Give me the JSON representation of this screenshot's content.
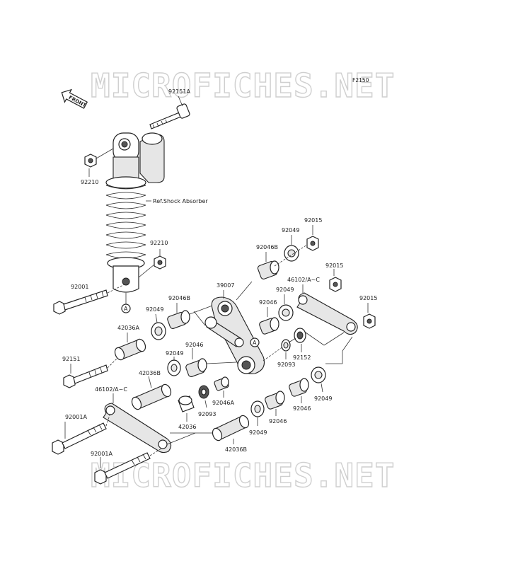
{
  "figure_code": "F2150",
  "watermark": "MICROFICHES.NET",
  "front_label": "FRONT",
  "reference_note": "Ref.Shock Absorber",
  "circle_marker": "A",
  "parts": {
    "bolt_top": "92151A",
    "nut_top": "92210",
    "nut_lower": "92210",
    "bolt_lower_shock": "92001",
    "collar_left_sleeve": "42036A",
    "seal_left": "92049",
    "bearing_left": "92046B",
    "bolt_left": "92151",
    "rocker_arm": "39007",
    "seal_top_rocker": "92049",
    "cap_top": "92015",
    "bearing_top": "92046B",
    "cap_right_1": "92015",
    "tie_rod_right": "46102/A~C",
    "cap_right_2": "92015",
    "seal_mid": "92049",
    "bearing_mid": "92046",
    "seal_center": "92049",
    "bearing_center": "92046",
    "ring_center": "92093",
    "collar_right": "92152",
    "sleeve_center": "42036B",
    "tie_rod_left": "46102/A~C",
    "bearing_small": "92046A",
    "ring_small": "92093",
    "collar_small": "42036",
    "sleeve_lower": "42036B",
    "seal_lower": "92049",
    "bearing_lower": "92046",
    "bearing_lower_right": "92046",
    "seal_lower_right": "92049",
    "bolt_tie_1": "92001A",
    "bolt_tie_2": "92001A"
  }
}
